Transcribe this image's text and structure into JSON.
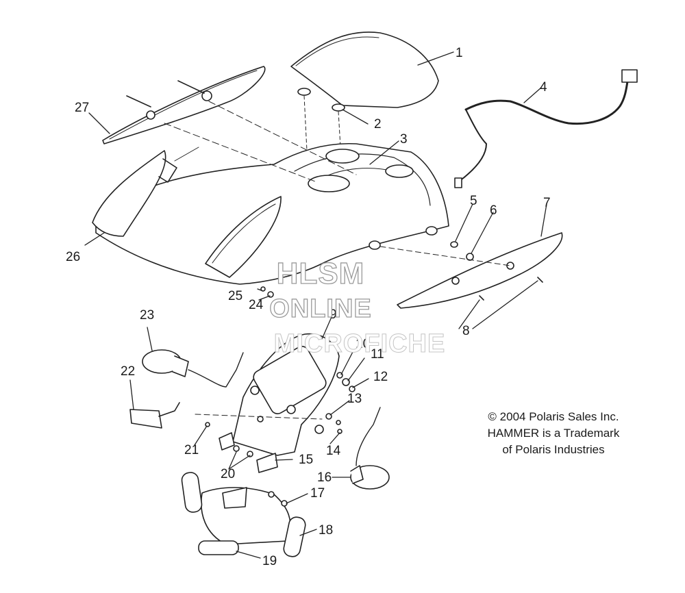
{
  "callouts": {
    "c1": "1",
    "c2": "2",
    "c3": "3",
    "c4": "4",
    "c5": "5",
    "c6": "6",
    "c7": "7",
    "c8": "8",
    "c9": "9",
    "c10": "10",
    "c11": "11",
    "c12": "12",
    "c13": "13",
    "c14": "14",
    "c15": "15",
    "c16": "16",
    "c17": "17",
    "c18": "18",
    "c19": "19",
    "c20": "20",
    "c21": "21",
    "c22": "22",
    "c23": "23",
    "c24": "24",
    "c25": "25",
    "c26": "26",
    "c27": "27"
  },
  "watermark": {
    "line1": "HLSM",
    "line2": "ONLINE",
    "line3": "MICROFICHE"
  },
  "copyright": {
    "line1": "© 2004 Polaris Sales Inc.",
    "line2": "HAMMER is a Trademark",
    "line3": "of Polaris Industries"
  }
}
